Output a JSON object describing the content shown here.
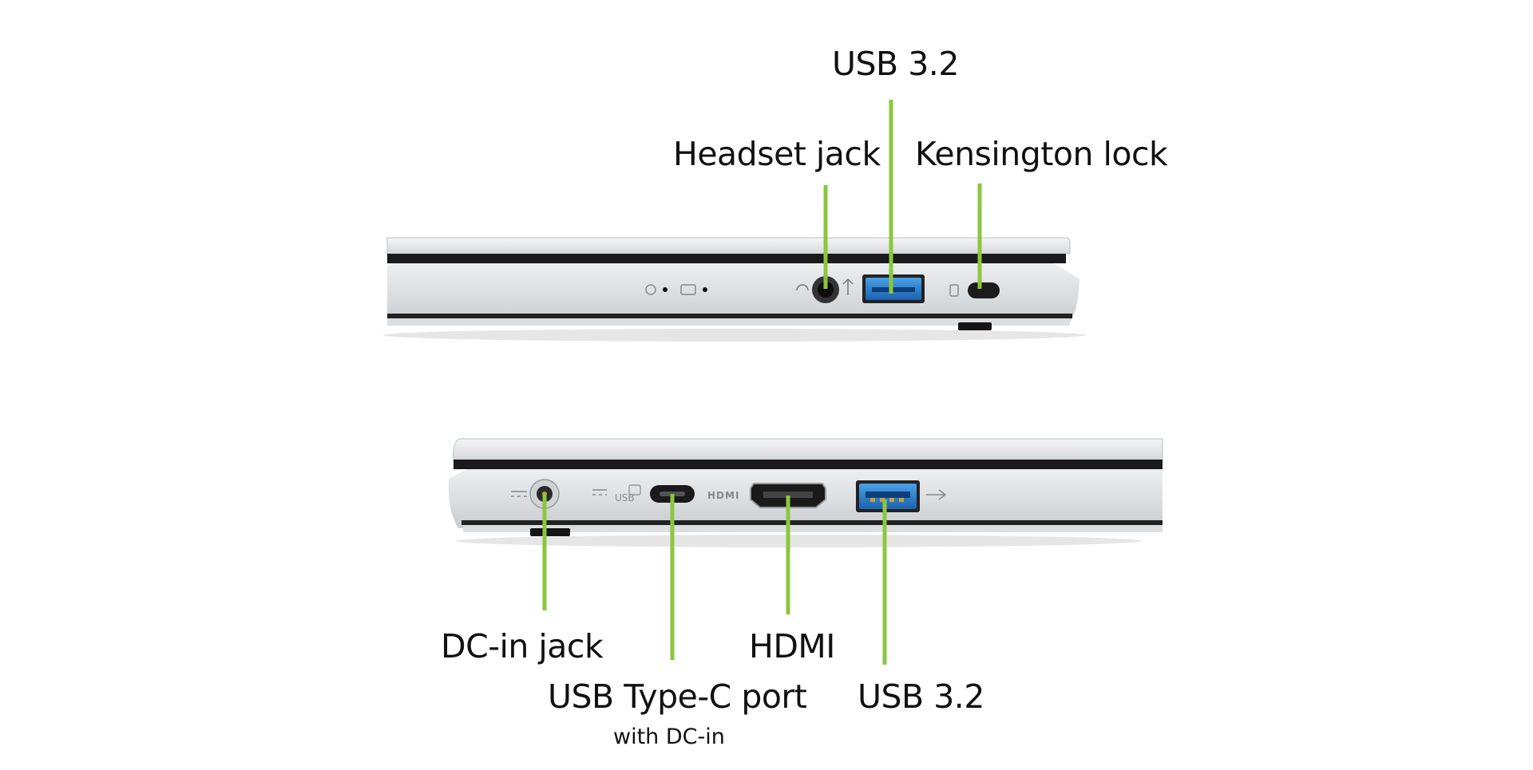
{
  "accent_color": "#8cc63f",
  "labels": {
    "usb32_top": "USB 3.2",
    "headset": "Headset jack",
    "kensington": "Kensington lock",
    "dc_in": "DC-in jack",
    "usb_c": "USB Type-C port",
    "usb_c_sub": "with DC-in",
    "hdmi": "HDMI",
    "usb32_bottom": "USB 3.2"
  },
  "port_markings": {
    "hdmi": "HDMI",
    "usb": "USB"
  }
}
